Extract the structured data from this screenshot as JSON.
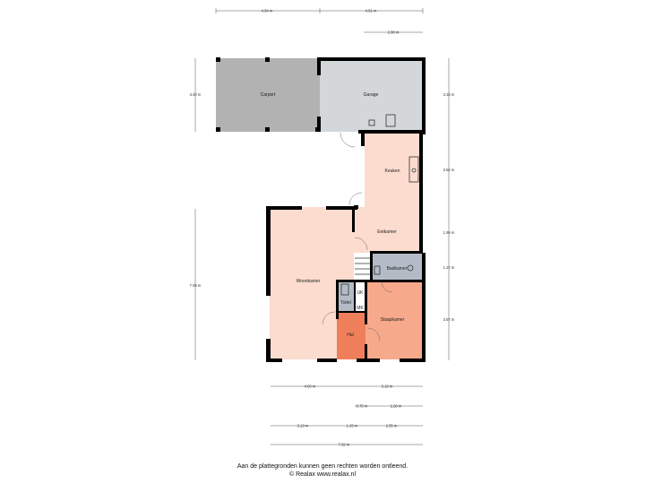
{
  "rooms": {
    "carport": "Carport",
    "garage": "Garage",
    "keuken": "Keuken",
    "eetkamer": "Eetkamer",
    "woonkamer": "Woonkamer",
    "badkamer": "Badkamer",
    "toilet": "Toilet",
    "slaapkamer": "Slaapkamer",
    "hal": "Hal",
    "uk": "UK",
    "mk": "MK"
  },
  "dimensions": {
    "top_left": "4.94 m",
    "top_right": "4.91 m",
    "top_sub": "2.08 m",
    "left_upper": "3.40 m",
    "left_lower": "7.09 m",
    "right_1": "3.33 m",
    "right_2": "3.52 m",
    "right_3": "1.99 m",
    "right_4": "1.27 m",
    "right_5": "3.57 m",
    "bottom_1_left": "4.00 m",
    "bottom_1_right": "3.18 m",
    "bottom_2_left": "0.75 m",
    "bottom_2_right": "2.26 m",
    "bottom_3_a": "3.13 m",
    "bottom_3_b": "1.33 m",
    "bottom_3_c": "2.55 m",
    "bottom_total": "7.32 m"
  },
  "colors": {
    "carport": "#b2b2b2",
    "garage": "#d3d7d9",
    "living": "#fbdccf",
    "bedroom": "#f7a98c",
    "hall": "#ef7f5a",
    "bath": "#b3bcc6",
    "storage": "#ffffff"
  },
  "footer": {
    "line1": "Aan de plattegronden kunnen geen rechten worden ontleend.",
    "line2": "© Realax www.realax.nl"
  }
}
